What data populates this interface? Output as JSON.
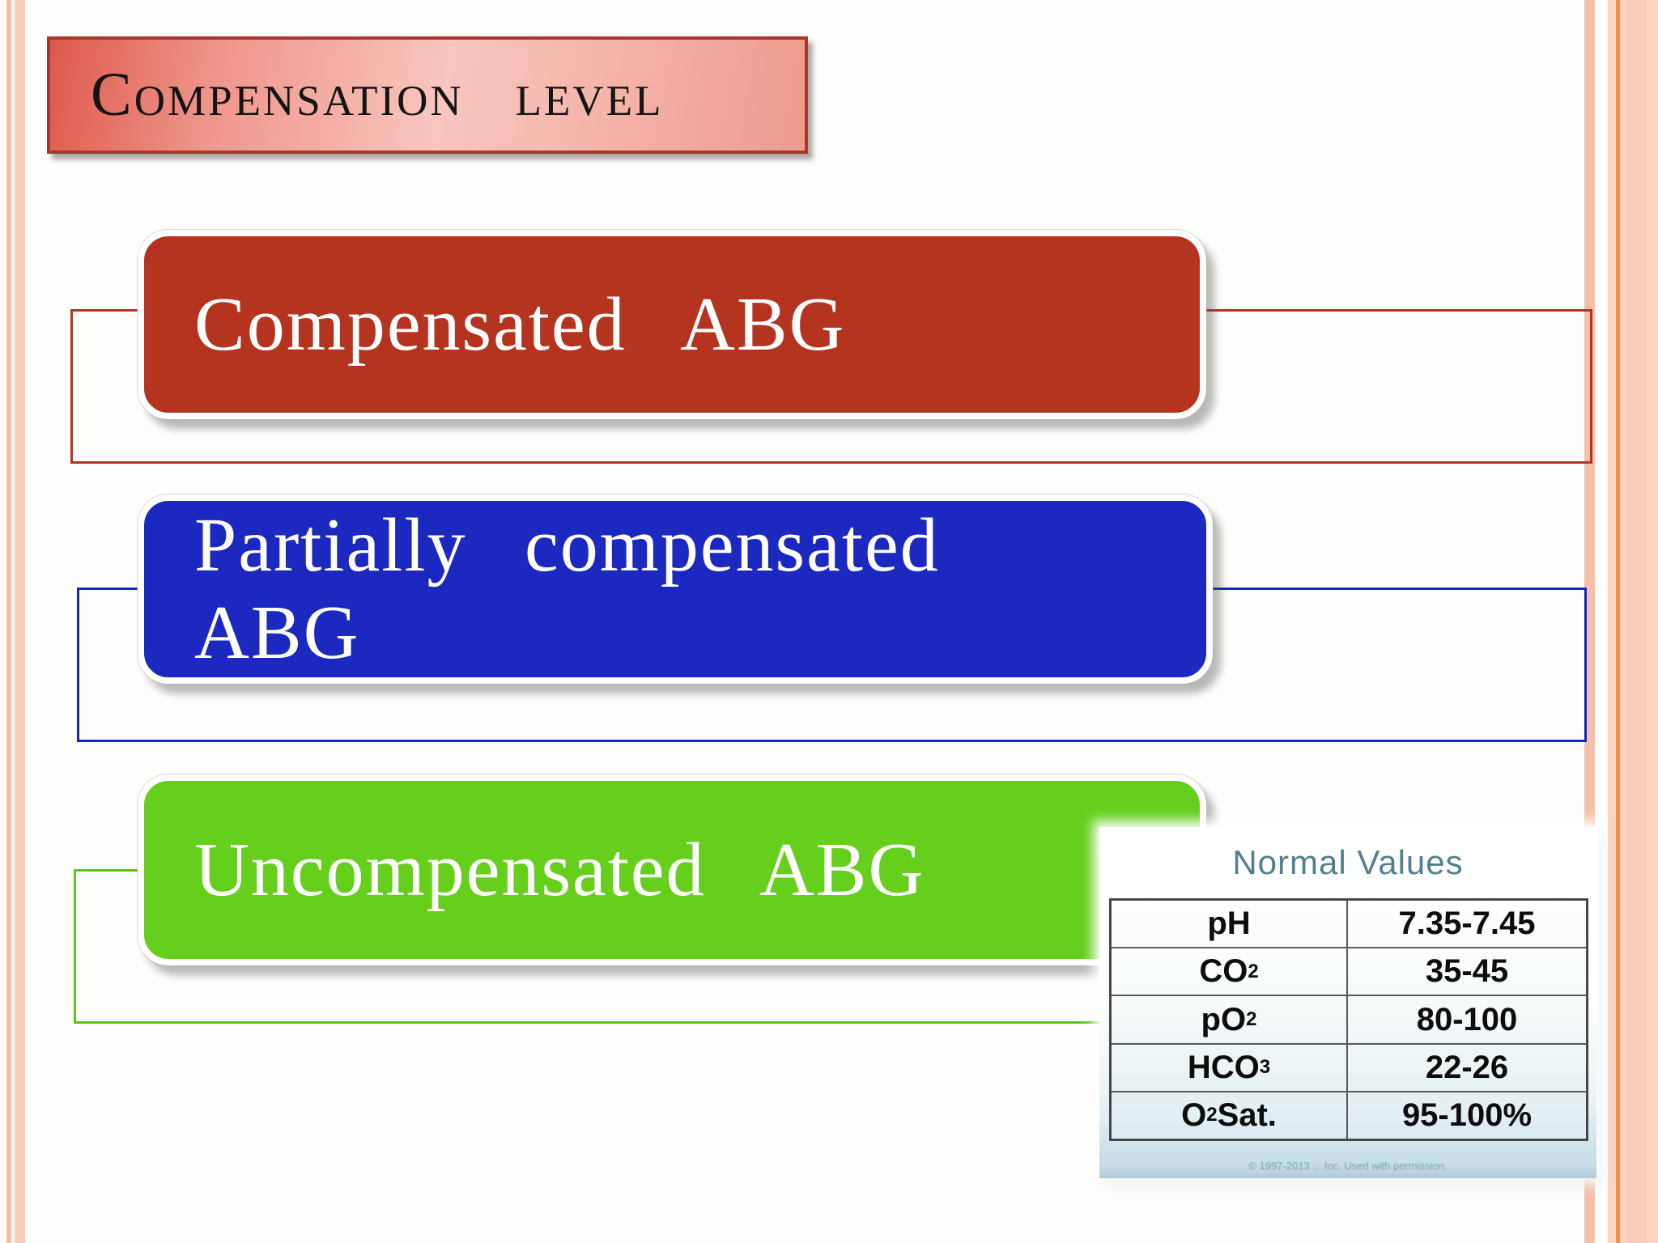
{
  "slide": {
    "title": "Compensation level",
    "boxes": [
      {
        "label": "Compensated ABG",
        "color": "#b5341f",
        "bracket_color": "#b23524"
      },
      {
        "label": "Partially compensated ABG",
        "color": "#1b29c0",
        "bracket_color": "#1826c0"
      },
      {
        "label": "Uncompensated ABG",
        "color": "#65cf1c",
        "bracket_color": "#5ec41d"
      }
    ],
    "background_color": "#fdfefb",
    "border_accent_color": "#f6c0a7"
  },
  "normal_values_table": {
    "title": "Normal Values",
    "title_color": "#54808e",
    "rows": [
      {
        "main": "pH",
        "sub": "",
        "tail": "",
        "value": "7.35-7.45"
      },
      {
        "main": "CO",
        "sub": "2",
        "tail": "",
        "value": "35-45"
      },
      {
        "main": "pO",
        "sub": "2",
        "tail": "",
        "value": "80-100"
      },
      {
        "main": "HCO",
        "sub": "3",
        "tail": "",
        "value": "22-26"
      },
      {
        "main": "O",
        "sub": "2",
        "tail": " Sat.",
        "value": "95-100%"
      }
    ],
    "footnote": "© 1997-2013 ... Inc. Used with permission."
  }
}
